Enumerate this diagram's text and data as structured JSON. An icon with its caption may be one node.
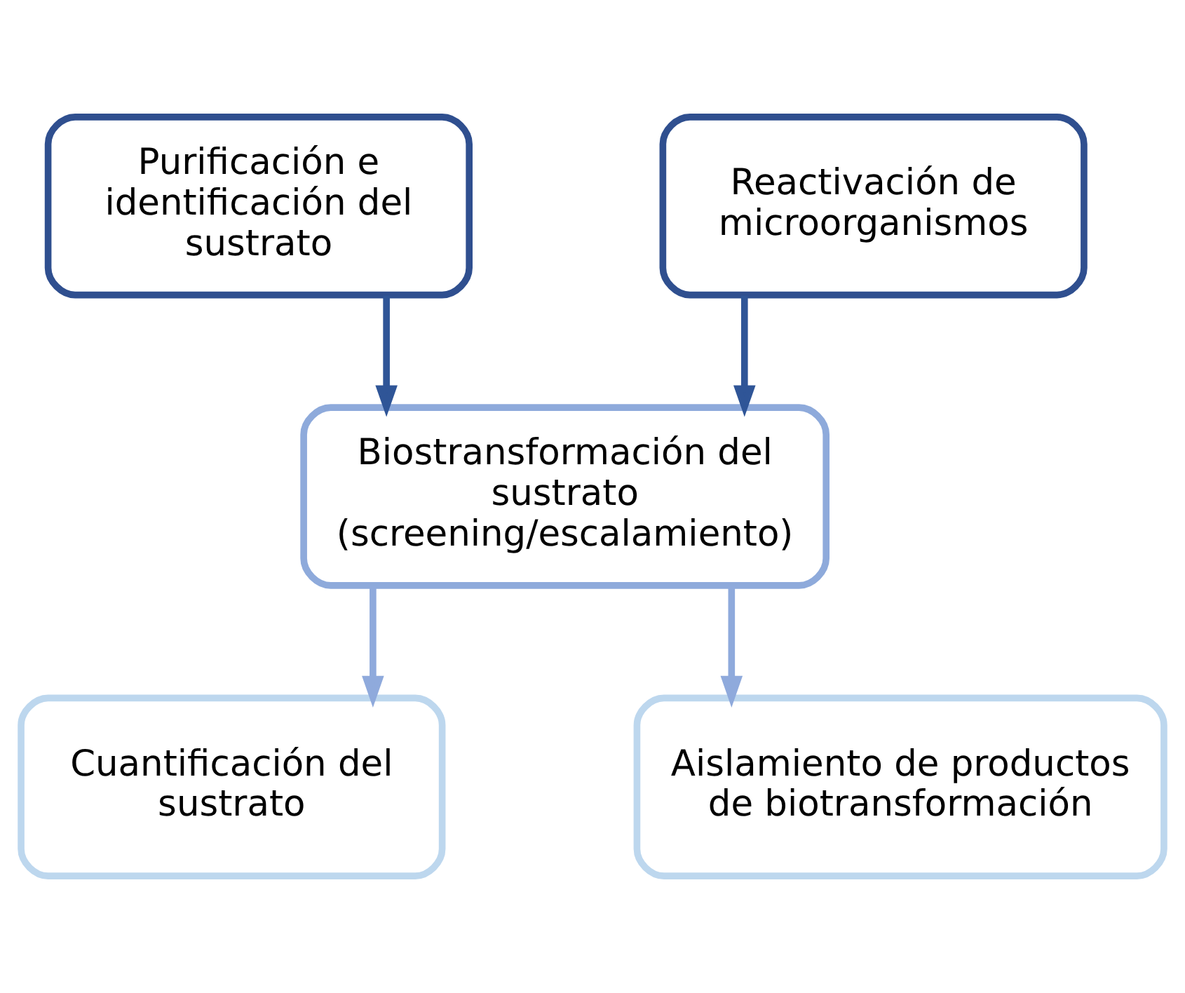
{
  "diagram": {
    "nodes": [
      {
        "text": [
          "Purificación e identificación del sustrato"
        ]
      },
      {
        "text": [
          "Reactivación de microorganismos"
        ]
      },
      {
        "text": [
          "Biostransformación del sustrato (screening/escalamiento)"
        ]
      },
      {
        "text": [
          "Cuantificación del sustrato"
        ]
      },
      {
        "text": [
          "Aislamiento de productos de biotransformación"
        ]
      }
    ],
    "edges": [
      {
        "from": 0,
        "to": 2,
        "arrow": "to",
        "color": "#2f5597"
      },
      {
        "from": 1,
        "to": 2,
        "arrow": "to",
        "color": "#2f5597"
      },
      {
        "from": 2,
        "to": 3,
        "arrow": "to",
        "color": "#8faadc"
      },
      {
        "from": 2,
        "to": 4,
        "arrow": "to",
        "color": "#8faadc"
      }
    ]
  }
}
